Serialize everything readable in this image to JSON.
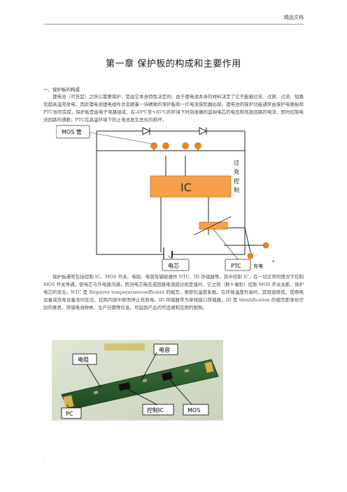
{
  "header": {
    "label": "精品文档"
  },
  "title": "第一章 保护板的构成和主要作用",
  "section": "一、保护板的构成",
  "paragraph1": "锂电池（可充型）之所以需要保护，是由它本身特性决定的。由于锂电池本身的材料决定了它不能被过充、过放、过流、短路及超高温充放电，因此锂电池锂电组件总会跟着一块精致的保护板和一片电流保险器出现。锂电池的保护功能通常由保护电路板和PTC协同完成，保护板是由电子电路组成，在-40℃至+85℃的环境下时刻准确的监视电芯的电压和充放回路的电流，即时控制电流回路的通断；PTC在高温环境下防止电池发生恶劣的损坏。",
  "diagram": {
    "mos_label": "MOS 管",
    "ic_label": "IC",
    "control_label": [
      "过",
      "充",
      "控",
      "制"
    ],
    "cell_label": "电芯",
    "ptc_label": "PTC",
    "charge_label": "充电",
    "plus": "+"
  },
  "paragraph2": "保护板通常包括控制 IC、MOS 开关、电阻、电容及辅助器件 NTC、ID 存储器等。其中控制 IC，在一切正常的情况下控制 MOS 开关导通，使电芯与外电路沟通，而当电芯电压或回路电流超过规定值时，它立刻（数十毫秒）控制 MOS 开关关断，保护电芯的安全。NTC 是 Negative temperaturecoefficient 的缩写，意即负温度系数，在环境温度升高时，其阻值降低，使用电设备或充电设备及时反应、控制内部中断而停止充放电。ID 存储器常为单线接口存储器，ID 是 Identification 的缩写即身份识别的意思，存储电池种类、生产日期等信息。可起到产品的可追溯和应用的限制。",
  "photo": {
    "resistor_label": "电阻",
    "capacitor_label": "电容",
    "pc_label": "PC",
    "control_ic_label": "控制IC",
    "mos_label": "MOS"
  },
  "footer_dot": "."
}
